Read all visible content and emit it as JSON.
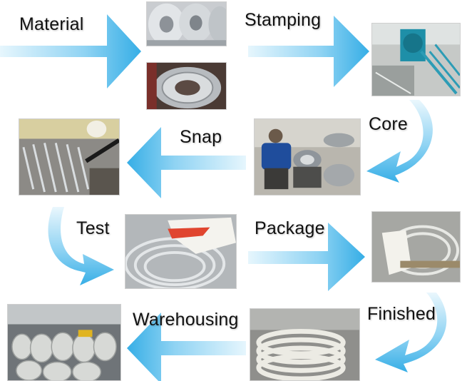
{
  "steps": {
    "material": "Material",
    "stamping": "Stamping",
    "core": "Core",
    "snap": "Snap",
    "test": "Test",
    "package": "Package",
    "finished": "Finished",
    "warehousing": "Warehousing"
  },
  "colors": {
    "arrow_light": "#d8f0fb",
    "arrow_mid": "#8fd3f3",
    "arrow_dark": "#3fb3e8",
    "text": "#111111"
  }
}
